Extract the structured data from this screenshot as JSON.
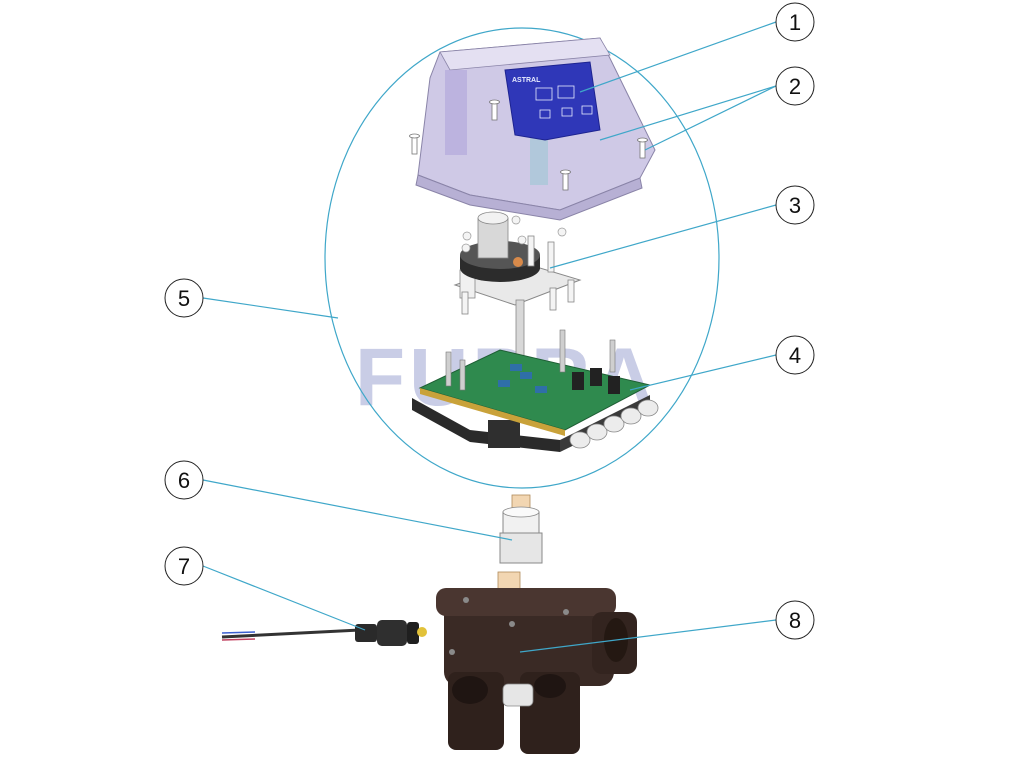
{
  "watermark": "FUPRA",
  "panel_label": "ASTRAL",
  "callouts": [
    "1",
    "2",
    "3",
    "4",
    "5",
    "6",
    "7",
    "8"
  ],
  "colors": {
    "leader": "#3fa7c9",
    "lid": "#c9c3e0",
    "panel": "#2f37b8",
    "pcb": "#2f8a4e",
    "valve": "#3a2a25"
  }
}
